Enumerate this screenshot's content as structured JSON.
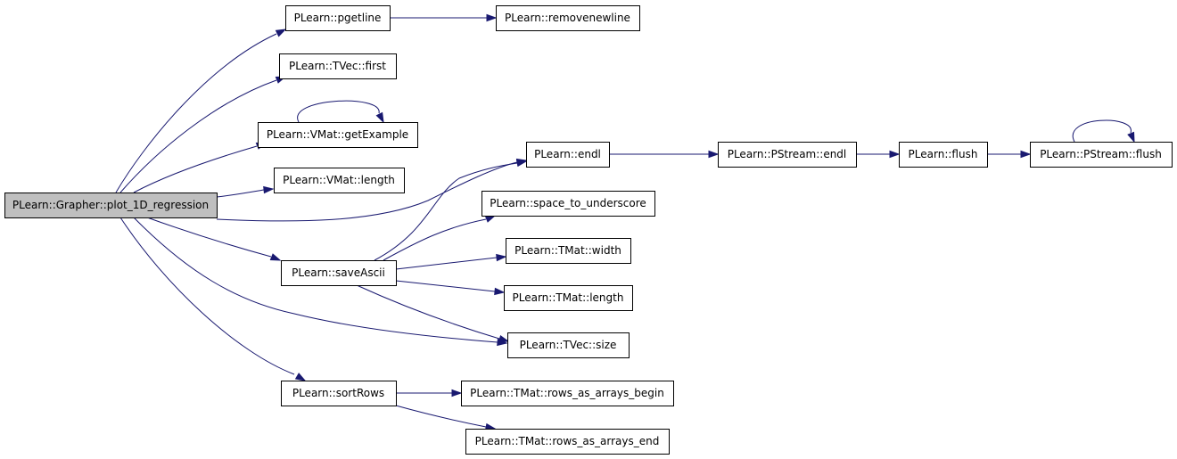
{
  "colors": {
    "edge": "#191970",
    "root_fill": "#bfbfbf",
    "node_fill": "#ffffff",
    "node_border": "#000000"
  },
  "nodes": [
    {
      "id": "plot_1D_regression",
      "label": "PLearn::Grapher::plot_1D_regression",
      "root": true
    },
    {
      "id": "pgetline",
      "label": "PLearn::pgetline"
    },
    {
      "id": "removenewline",
      "label": "PLearn::removenewline"
    },
    {
      "id": "tvec_first",
      "label": "PLearn::TVec::first"
    },
    {
      "id": "getExample",
      "label": "PLearn::VMat::getExample"
    },
    {
      "id": "vmat_length",
      "label": "PLearn::VMat::length"
    },
    {
      "id": "endl",
      "label": "PLearn::endl"
    },
    {
      "id": "pstream_endl",
      "label": "PLearn::PStream::endl"
    },
    {
      "id": "flush",
      "label": "PLearn::flush"
    },
    {
      "id": "pstream_flush",
      "label": "PLearn::PStream::flush"
    },
    {
      "id": "space_to_underscore",
      "label": "PLearn::space_to_underscore"
    },
    {
      "id": "saveAscii",
      "label": "PLearn::saveAscii"
    },
    {
      "id": "tmat_width",
      "label": "PLearn::TMat::width"
    },
    {
      "id": "tmat_length",
      "label": "PLearn::TMat::length"
    },
    {
      "id": "tvec_size",
      "label": "PLearn::TVec::size"
    },
    {
      "id": "sortRows",
      "label": "PLearn::sortRows"
    },
    {
      "id": "rows_begin",
      "label": "PLearn::TMat::rows_as_arrays_begin"
    },
    {
      "id": "rows_end",
      "label": "PLearn::TMat::rows_as_arrays_end"
    }
  ],
  "edges": [
    {
      "from": "plot_1D_regression",
      "to": "pgetline"
    },
    {
      "from": "plot_1D_regression",
      "to": "tvec_first"
    },
    {
      "from": "plot_1D_regression",
      "to": "getExample"
    },
    {
      "from": "plot_1D_regression",
      "to": "vmat_length"
    },
    {
      "from": "plot_1D_regression",
      "to": "endl"
    },
    {
      "from": "plot_1D_regression",
      "to": "saveAscii"
    },
    {
      "from": "plot_1D_regression",
      "to": "tvec_size"
    },
    {
      "from": "plot_1D_regression",
      "to": "sortRows"
    },
    {
      "from": "pgetline",
      "to": "removenewline"
    },
    {
      "from": "getExample",
      "to": "getExample"
    },
    {
      "from": "endl",
      "to": "pstream_endl"
    },
    {
      "from": "pstream_endl",
      "to": "flush"
    },
    {
      "from": "flush",
      "to": "pstream_flush"
    },
    {
      "from": "pstream_flush",
      "to": "pstream_flush"
    },
    {
      "from": "saveAscii",
      "to": "endl"
    },
    {
      "from": "saveAscii",
      "to": "space_to_underscore"
    },
    {
      "from": "saveAscii",
      "to": "tmat_width"
    },
    {
      "from": "saveAscii",
      "to": "tmat_length"
    },
    {
      "from": "saveAscii",
      "to": "tvec_size"
    },
    {
      "from": "sortRows",
      "to": "rows_begin"
    },
    {
      "from": "sortRows",
      "to": "rows_end"
    }
  ]
}
